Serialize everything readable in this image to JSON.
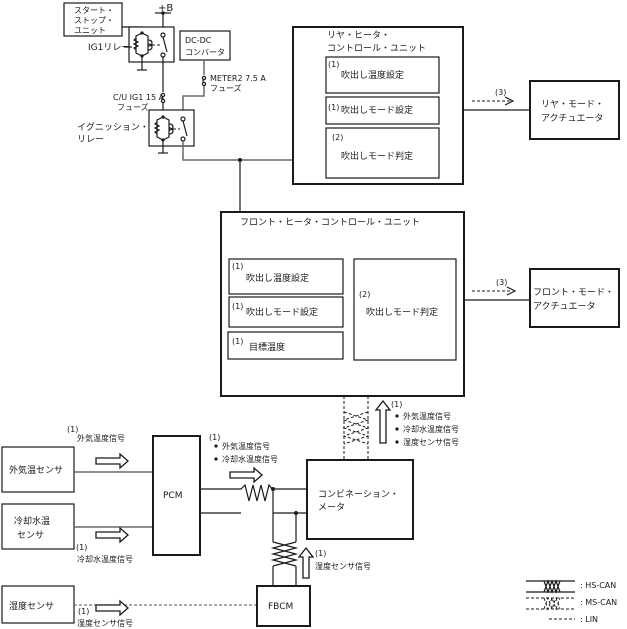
{
  "power": {
    "plus_b": "+B",
    "start_stop_unit": [
      "スタート・",
      "ストップ・",
      "ユニット"
    ],
    "ig1_relay": "IG1リレー",
    "dcdc_converter": [
      "DC-DC",
      "コンバータ"
    ],
    "meter_fuse": [
      "METER2 7.5 A",
      "フューズ"
    ],
    "cu_fuse": [
      "C/U IG1 15 A",
      "フューズ"
    ],
    "ignition_relay": [
      "イグニッション・",
      "リレー"
    ]
  },
  "rear_unit": {
    "title": [
      "リヤ・ヒータ・",
      "コントロール・ユニット"
    ],
    "blocks": [
      {
        "num": "(1)",
        "label": "吹出し温度設定"
      },
      {
        "num": "(1)",
        "label": "吹出しモード設定"
      },
      {
        "num": "(2)",
        "label": "吹出しモード判定"
      }
    ],
    "output_num": "(3)",
    "actuator": [
      "リヤ・モード・",
      "アクチュエータ"
    ]
  },
  "front_unit": {
    "title": "フロント・ヒータ・コントロール・ユニット",
    "blocks": [
      {
        "num": "(1)",
        "label": "吹出し温度設定"
      },
      {
        "num": "(1)",
        "label": "吹出しモード設定"
      },
      {
        "num": "(1)",
        "label": "目標温度"
      }
    ],
    "judge_block": {
      "num": "(2)",
      "label": "吹出しモード判定"
    },
    "output_num": "(3)",
    "actuator": [
      "フロント・モード・",
      "アクチュエータ"
    ]
  },
  "sensors": {
    "outside_temp": {
      "name": "外気温センサ",
      "signal_num": "(1)",
      "signal": "外気温度信号"
    },
    "coolant_temp": {
      "name": [
        "冷却水温",
        "センサ"
      ],
      "signal_num": "(1)",
      "signal": "冷却水温度信号"
    },
    "humidity": {
      "name": "湿度センサ",
      "signal_num": "(1)",
      "signal": "湿度センサ信号"
    }
  },
  "modules": {
    "pcm": "PCM",
    "fbcm": "FBCM",
    "combination_meter": [
      "コンビネーション・",
      "メータ"
    ]
  },
  "signals": {
    "pcm_to_meter": {
      "num": "(1)",
      "items": [
        "外気温度信号",
        "冷却水温度信号"
      ]
    },
    "meter_to_front": {
      "num": "(1)",
      "items": [
        "外気温度信号",
        "冷却水温度信号",
        "湿度センサ信号"
      ]
    },
    "fbcm_to_meter": {
      "num": "(1)",
      "label": "湿度センサ信号"
    }
  },
  "legend": {
    "hs_can": ": HS-CAN",
    "ms_can": ": MS-CAN",
    "lin": ": LIN"
  }
}
